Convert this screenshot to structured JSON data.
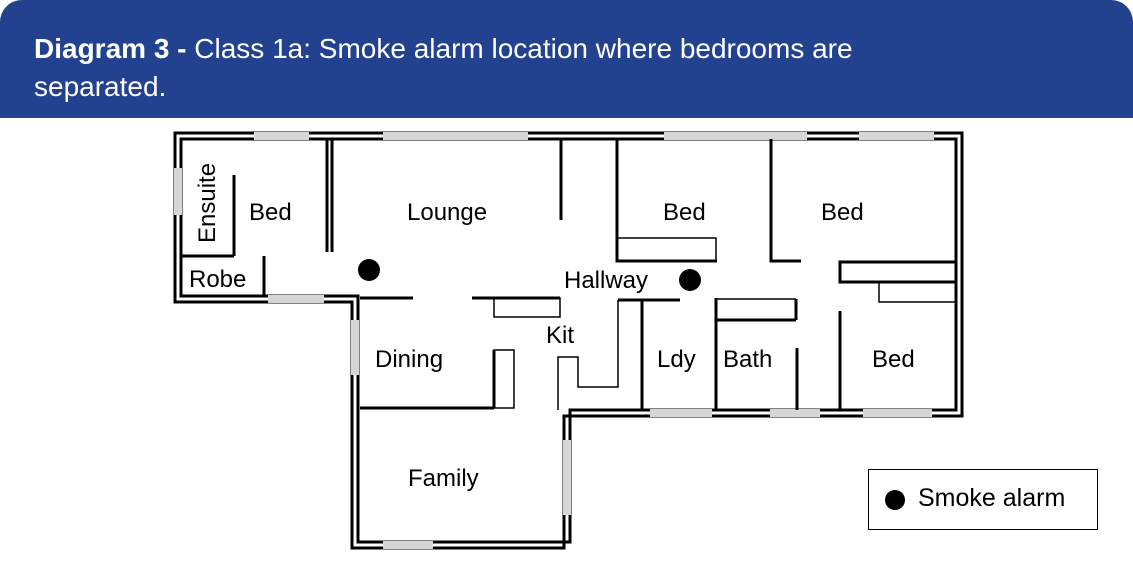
{
  "header": {
    "title_bold": "Diagram 3 -",
    "title_rest": " Class 1a: Smoke alarm location where bedrooms are separated."
  },
  "rooms": {
    "ensuite": "Ensuite",
    "bed_1": "Bed",
    "robe": "Robe",
    "lounge": "Lounge",
    "bed_2": "Bed",
    "bed_3": "Bed",
    "hallway": "Hallway",
    "kit": "Kit",
    "dining": "Dining",
    "ldy": "Ldy",
    "bath": "Bath",
    "bed_4": "Bed",
    "family": "Family"
  },
  "legend": {
    "label": "Smoke alarm",
    "icon": "filled-circle"
  },
  "colors": {
    "header": "#22428f",
    "window": "#d6d6d6"
  }
}
